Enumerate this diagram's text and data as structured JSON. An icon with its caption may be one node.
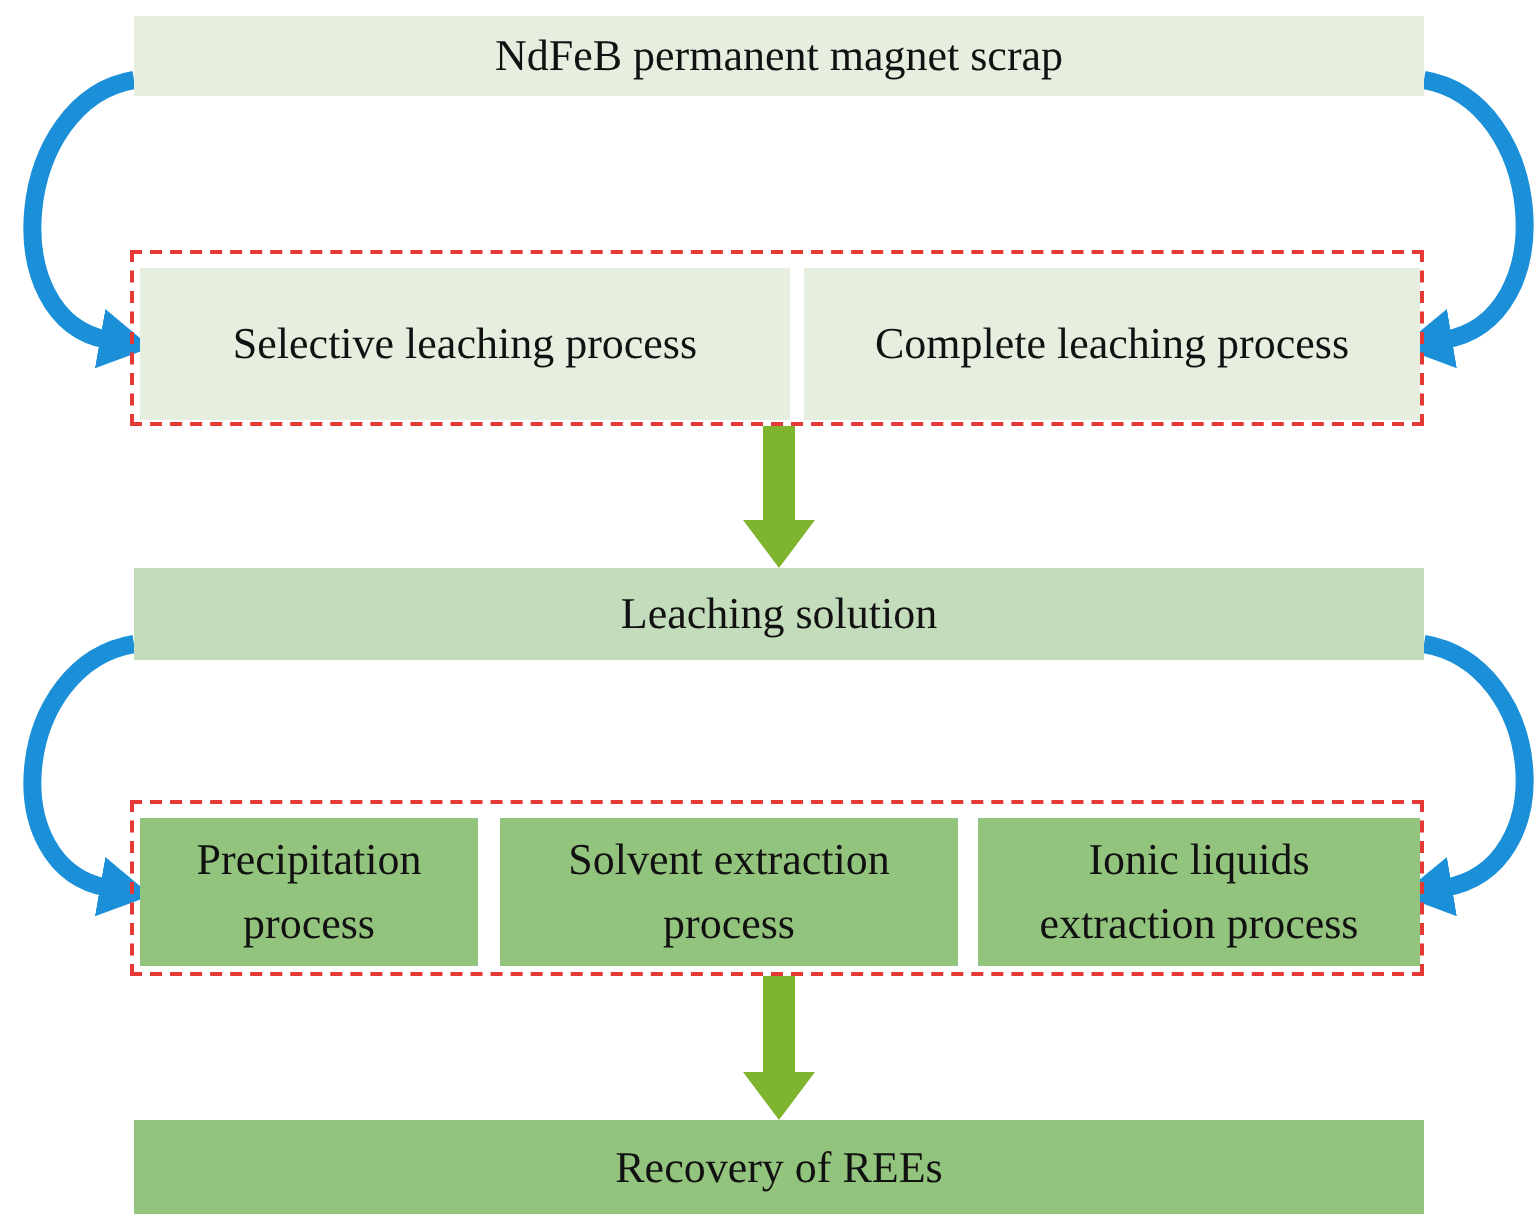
{
  "diagram": {
    "nodes": [
      {
        "text": [
          "NdFeB permanent magnet scrap"
        ]
      },
      {
        "text": [],
        "shape": "box"
      },
      {
        "text": [
          "Selective leaching process"
        ],
        "in": 1
      },
      {
        "text": [
          "Complete leaching process"
        ],
        "in": 1
      },
      {
        "text": [
          "Leaching solution"
        ]
      },
      {
        "text": [],
        "shape": "box"
      },
      {
        "text": [
          "Precipitation process"
        ],
        "in": 5
      },
      {
        "text": [
          "Solvent extraction process"
        ],
        "in": 5
      },
      {
        "text": [
          "Ionic liquids extraction process"
        ],
        "in": 5
      },
      {
        "text": [
          "Recovery of REEs"
        ]
      }
    ],
    "edges": [
      {
        "from": 0,
        "to": 2,
        "arrow": "to"
      },
      {
        "from": 0,
        "to": 3,
        "arrow": "to"
      },
      {
        "from": 1,
        "to": 4,
        "arrow": "to",
        "color": "#7fb52e"
      },
      {
        "from": 4,
        "to": 6,
        "arrow": "to"
      },
      {
        "from": 4,
        "to": 8,
        "arrow": "to"
      },
      {
        "from": 5,
        "to": 9,
        "arrow": "to",
        "color": "#7fb52e"
      }
    ]
  }
}
